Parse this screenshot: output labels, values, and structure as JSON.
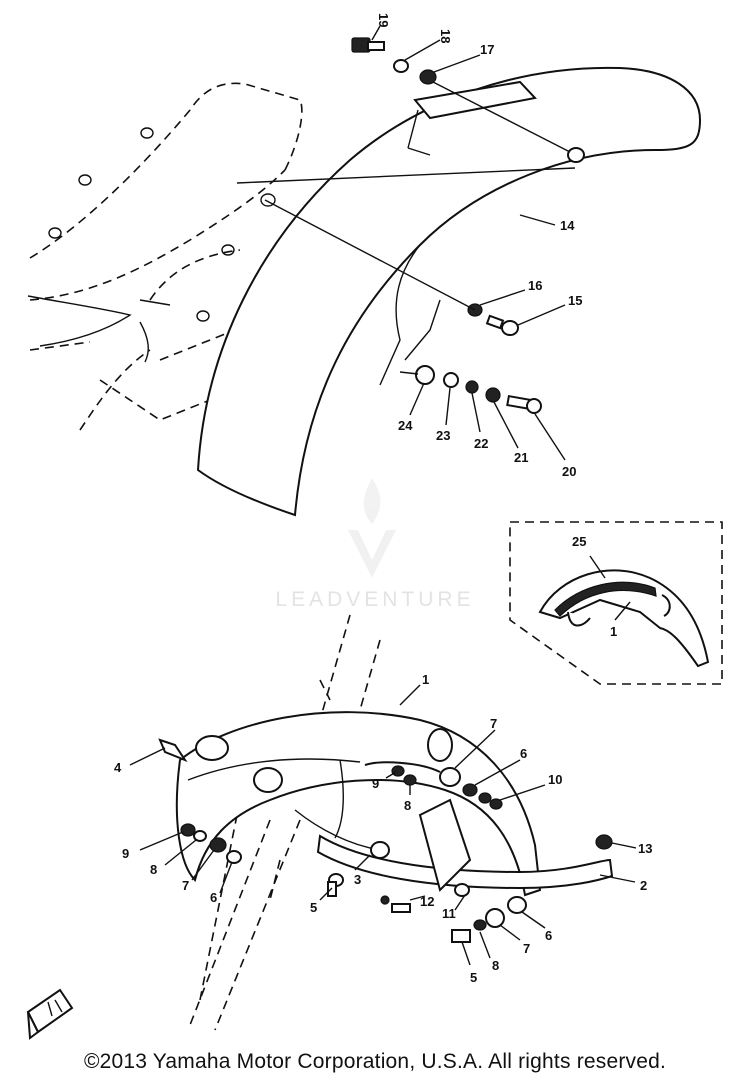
{
  "diagram": {
    "watermark": {
      "text": "LEADVENTURE"
    },
    "callouts": [
      "1",
      "2",
      "3",
      "4",
      "5",
      "5",
      "6",
      "6",
      "6",
      "7",
      "7",
      "7",
      "8",
      "8",
      "8",
      "9",
      "9",
      "10",
      "11",
      "12",
      "13",
      "14",
      "15",
      "16",
      "17",
      "18",
      "19",
      "20",
      "21",
      "22",
      "23",
      "24",
      "25",
      "1"
    ],
    "footer": {
      "copyright": "©2013 Yamaha Motor Corporation, U.S.A. All rights reserved."
    }
  }
}
